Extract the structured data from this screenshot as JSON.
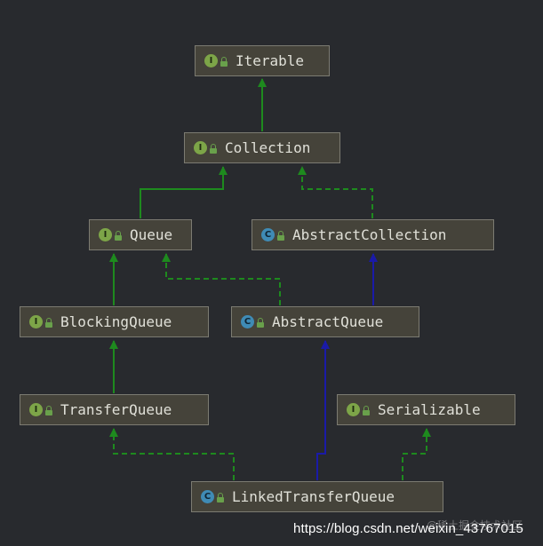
{
  "diagram": {
    "nodes": [
      {
        "id": "iterable",
        "kind": "interface",
        "badge": "I",
        "label": "Iterable"
      },
      {
        "id": "collection",
        "kind": "interface",
        "badge": "I",
        "label": "Collection"
      },
      {
        "id": "queue",
        "kind": "interface",
        "badge": "I",
        "label": "Queue"
      },
      {
        "id": "abstract-collection",
        "kind": "class",
        "badge": "C",
        "label": "AbstractCollection"
      },
      {
        "id": "blocking-queue",
        "kind": "interface",
        "badge": "I",
        "label": "BlockingQueue"
      },
      {
        "id": "abstract-queue",
        "kind": "class",
        "badge": "C",
        "label": "AbstractQueue"
      },
      {
        "id": "transfer-queue",
        "kind": "interface",
        "badge": "I",
        "label": "TransferQueue"
      },
      {
        "id": "serializable",
        "kind": "interface",
        "badge": "I",
        "label": "Serializable"
      },
      {
        "id": "linked-transfer-queue",
        "kind": "class",
        "badge": "C",
        "label": "LinkedTransferQueue"
      }
    ],
    "edges": [
      {
        "from": "collection",
        "to": "iterable",
        "type": "extends"
      },
      {
        "from": "queue",
        "to": "collection",
        "type": "extends"
      },
      {
        "from": "abstract-collection",
        "to": "collection",
        "type": "implements"
      },
      {
        "from": "blocking-queue",
        "to": "queue",
        "type": "extends"
      },
      {
        "from": "abstract-queue",
        "to": "queue",
        "type": "implements"
      },
      {
        "from": "abstract-queue",
        "to": "abstract-collection",
        "type": "class-extends"
      },
      {
        "from": "transfer-queue",
        "to": "blocking-queue",
        "type": "extends"
      },
      {
        "from": "linked-transfer-queue",
        "to": "transfer-queue",
        "type": "implements"
      },
      {
        "from": "linked-transfer-queue",
        "to": "abstract-queue",
        "type": "class-extends"
      },
      {
        "from": "linked-transfer-queue",
        "to": "serializable",
        "type": "implements"
      }
    ],
    "colors": {
      "interface_edge": "#1e8a1e",
      "class_edge": "#1a1aa8",
      "interface_badge": "#7da548",
      "class_badge": "#3f8bb5"
    }
  },
  "watermark": {
    "site_text": "@稀土掘金技术社区",
    "url": "https://blog.csdn.net/weixin_43767015"
  }
}
